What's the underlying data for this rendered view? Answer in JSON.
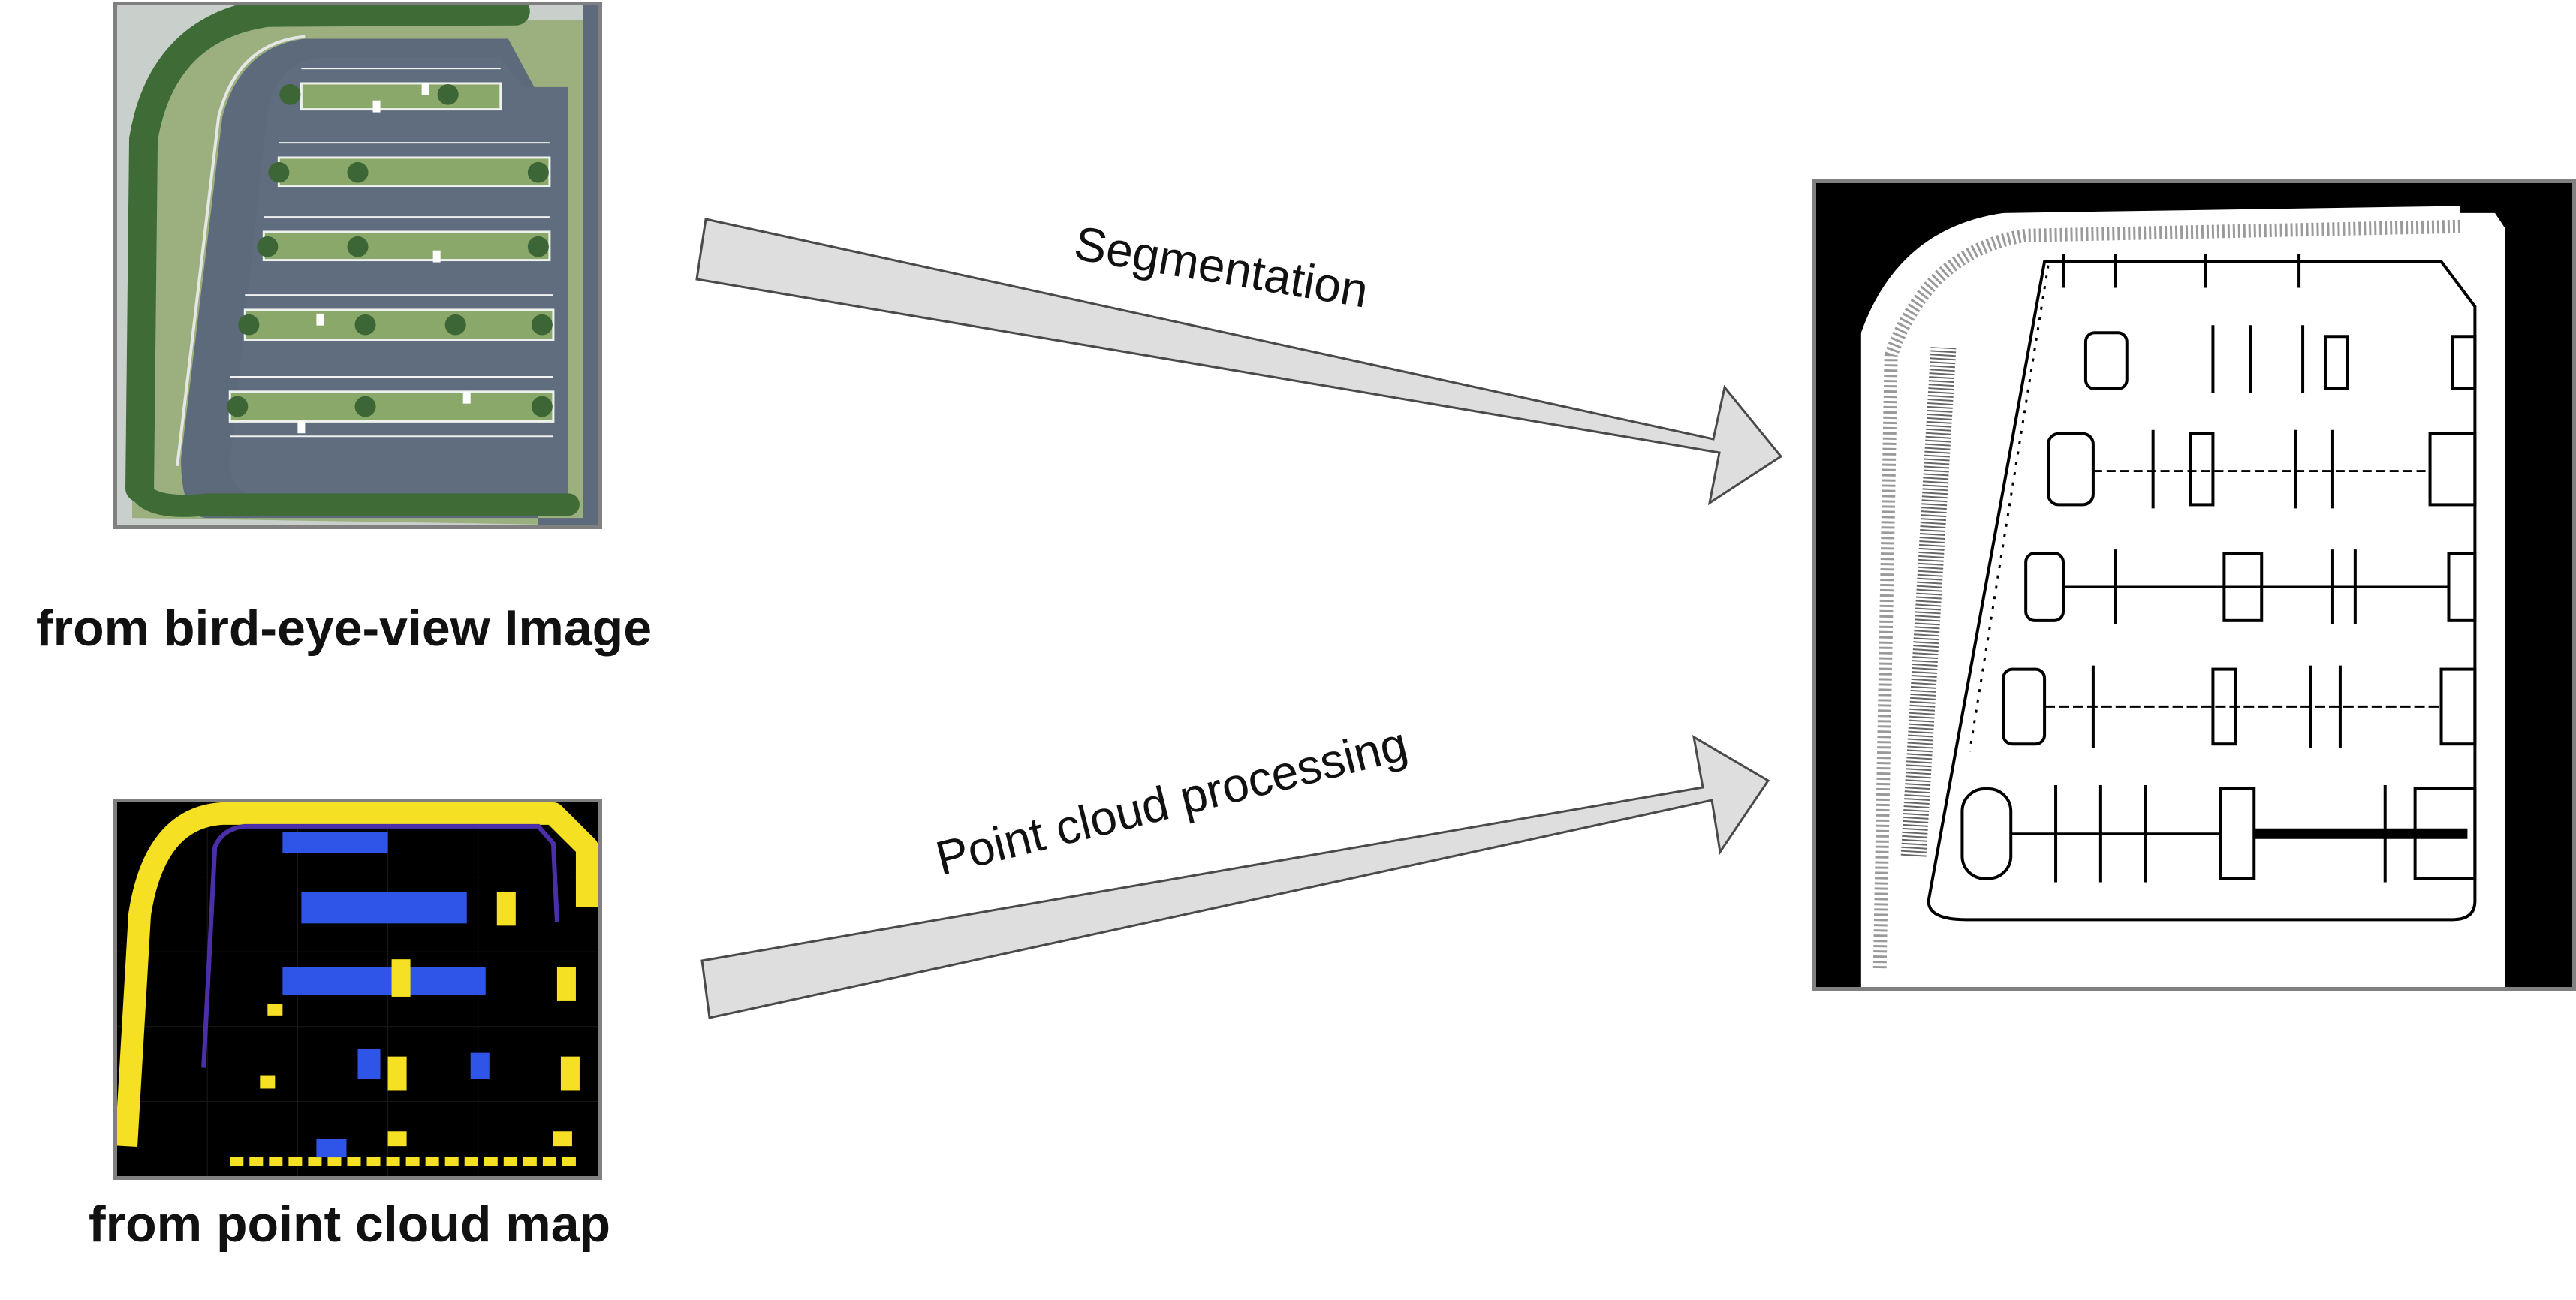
{
  "inputs": {
    "bev_caption": "from bird-eye-view Image",
    "pc_caption": "from point cloud map"
  },
  "arrows": {
    "segmentation_label": "Segmentation",
    "pc_processing_label": "Point cloud processing"
  },
  "colors": {
    "arrow_fill": "#dedede",
    "arrow_stroke": "#4a4a4a",
    "panel_border": "#808080",
    "asphalt": "#5c6a7b",
    "grass": "#9bb07e",
    "tree": "#3f6b37",
    "pc_yellow": "#f5e023",
    "pc_blue": "#2f55e8",
    "pc_purple": "#4a2fa8"
  },
  "icons": [
    "bird-eye-view-image",
    "point-cloud-map",
    "occupancy-map"
  ]
}
